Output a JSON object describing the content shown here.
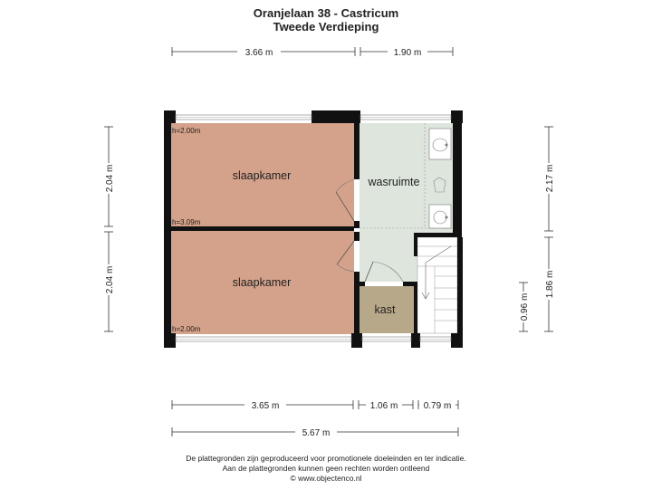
{
  "header": {
    "title": "Oranjelaan 38 - Castricum",
    "subtitle": "Tweede Verdieping"
  },
  "dimensions": {
    "top": [
      "3.66 m",
      "1.90 m"
    ],
    "left": [
      "2.04 m",
      "2.04 m"
    ],
    "right": [
      "2.17 m",
      "1.86 m"
    ],
    "right_inner": "0.96 m",
    "bottom": [
      "3.65 m",
      "1.06 m",
      "0.79 m"
    ],
    "total": "5.67 m"
  },
  "rooms": {
    "bedroom_1": "slaapkamer",
    "bedroom_2": "slaapkamer",
    "laundry": "wasruimte",
    "closet": "kast"
  },
  "heights": {
    "h1": "h=2.00m",
    "h2": "h=3.09m",
    "h3": "h=2.00m"
  },
  "colors": {
    "bedroom": "#d4a28a",
    "closet": "#b8a88a",
    "laundry": "#dde5dd",
    "wall": "#111111"
  },
  "footer": {
    "line1": "De plattegronden zijn geproduceerd voor promotionele doeleinden en ter indicatie.",
    "line2": "Aan de plattegronden kunnen geen rechten worden ontleend",
    "line3": "© www.objectenco.nl"
  }
}
